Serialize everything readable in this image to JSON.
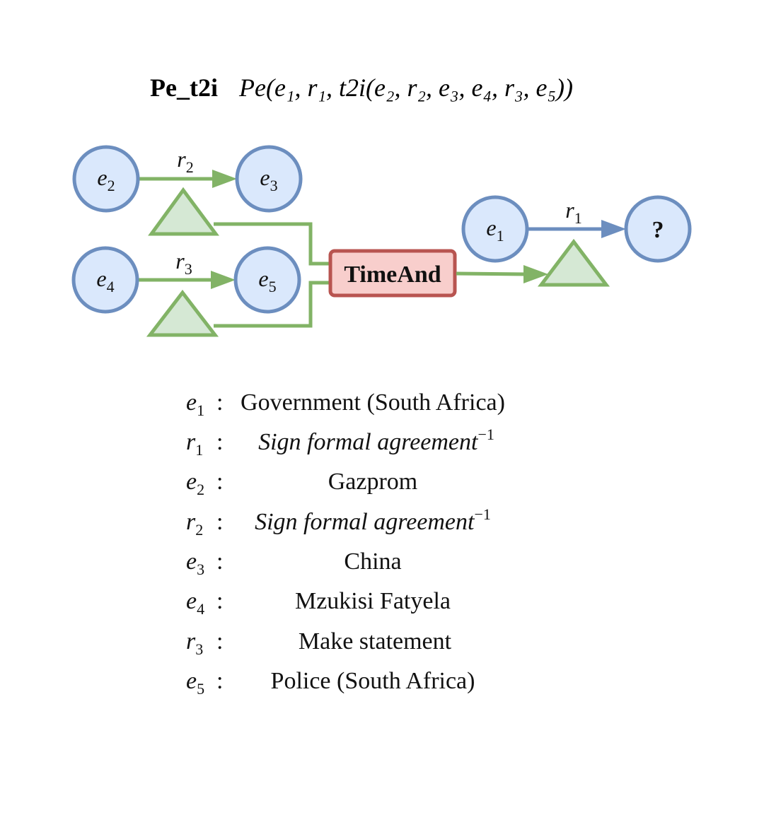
{
  "title": {
    "name": "Pe_t2i",
    "formula": "Pe(e₁, r₁, t2i(e₂, r₂, e₃, e₄, r₃, e₅))"
  },
  "nodes": {
    "e1": {
      "base": "e",
      "sub": "1"
    },
    "e2": {
      "base": "e",
      "sub": "2"
    },
    "e3": {
      "base": "e",
      "sub": "3"
    },
    "e4": {
      "base": "e",
      "sub": "4"
    },
    "e5": {
      "base": "e",
      "sub": "5"
    },
    "answer": "?"
  },
  "edges": {
    "r1": {
      "base": "r",
      "sub": "1"
    },
    "r2": {
      "base": "r",
      "sub": "2"
    },
    "r3": {
      "base": "r",
      "sub": "3"
    }
  },
  "operator": {
    "label": "TimeAnd"
  },
  "legend": [
    {
      "sym": "e",
      "sub": "1",
      "value": "Government (South Africa)",
      "italic": false
    },
    {
      "sym": "r",
      "sub": "1",
      "value": "Sign formal agreement",
      "sup": "−1",
      "italic": true
    },
    {
      "sym": "e",
      "sub": "2",
      "value": "Gazprom",
      "italic": false
    },
    {
      "sym": "r",
      "sub": "2",
      "value": "Sign formal agreement",
      "sup": "−1",
      "italic": true
    },
    {
      "sym": "e",
      "sub": "3",
      "value": "China",
      "italic": false
    },
    {
      "sym": "e",
      "sub": "4",
      "value": "Mzukisi Fatyela",
      "italic": false
    },
    {
      "sym": "r",
      "sub": "3",
      "value": "Make statement",
      "italic": false
    },
    {
      "sym": "e",
      "sub": "5",
      "value": "Police (South Africa)",
      "italic": false
    }
  ],
  "colors": {
    "entity_fill": "#dae8fc",
    "entity_stroke": "#6c8ebf",
    "projection_fill": "#d5e8d4",
    "projection_stroke": "#82b366",
    "operator_fill": "#f8cecc",
    "operator_stroke": "#b85450"
  }
}
